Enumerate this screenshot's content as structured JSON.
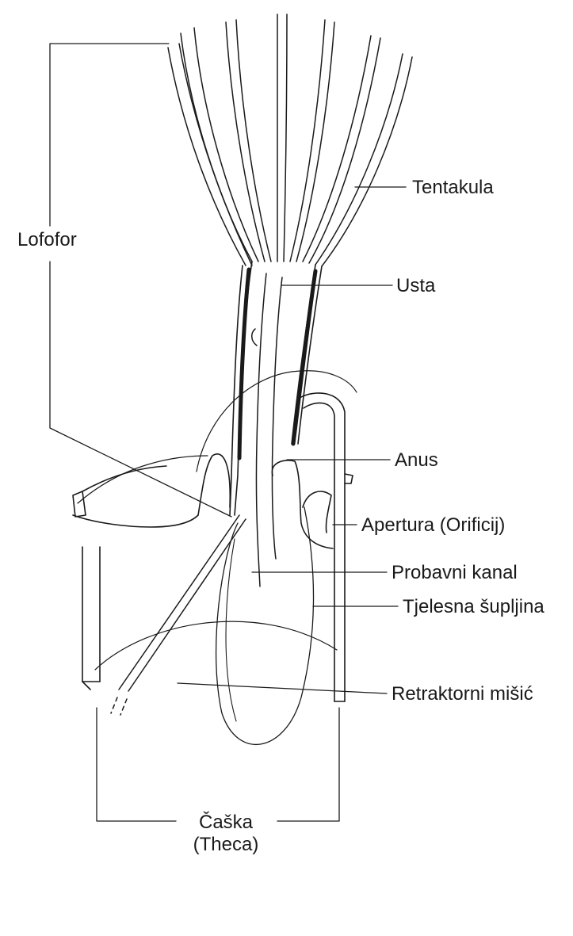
{
  "labels": {
    "lofofor": "Lofofor",
    "tentakula": "Tentakula",
    "usta": "Usta",
    "anus": "Anus",
    "apertura": "Apertura (Orificij)",
    "probavni_kanal": "Probavni kanal",
    "tjelesna_supljina": "Tjelesna šupljina",
    "retraktorni_misic": "Retraktorni mišić",
    "caska": "Čaška",
    "theca": "(Theca)"
  },
  "colors": {
    "line": "#1a1a1a",
    "fill": "#ffffff"
  }
}
